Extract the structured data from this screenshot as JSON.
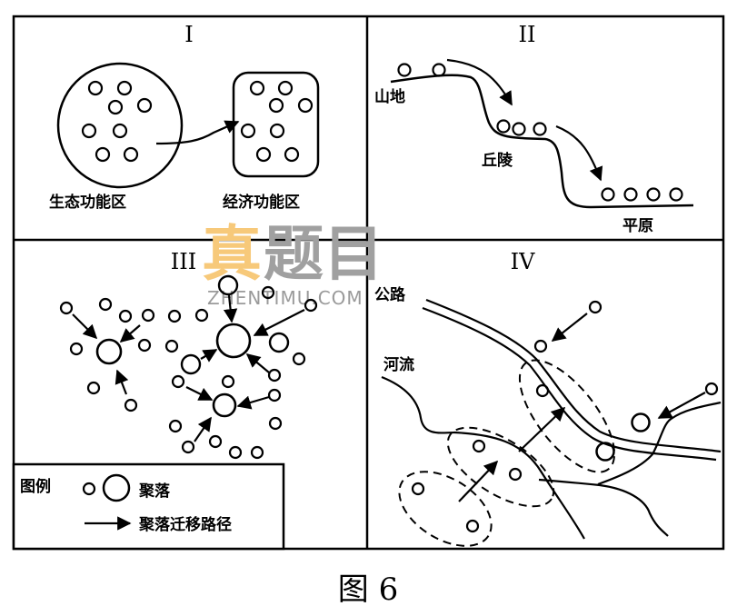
{
  "figure_caption": "图 6",
  "panels": {
    "p1": {
      "numeral": "I",
      "labels": {
        "eco_zone": "生态功能区",
        "econ_zone": "经济功能区"
      }
    },
    "p2": {
      "numeral": "II",
      "labels": {
        "mountain": "山地",
        "hill": "丘陵",
        "plain": "平原"
      }
    },
    "p3": {
      "numeral": "III"
    },
    "p4": {
      "numeral": "IV",
      "labels": {
        "road": "公路",
        "river": "河流"
      }
    }
  },
  "legend": {
    "title": "图例",
    "settlement": "聚落",
    "migration": "聚落迁移路径"
  },
  "watermark": {
    "text": "真题目",
    "url": "ZHENTIMU.COM"
  },
  "colors": {
    "line": "#000000",
    "watermark_orange": "#f7c97a",
    "watermark_gray": "#a0a0a0"
  }
}
